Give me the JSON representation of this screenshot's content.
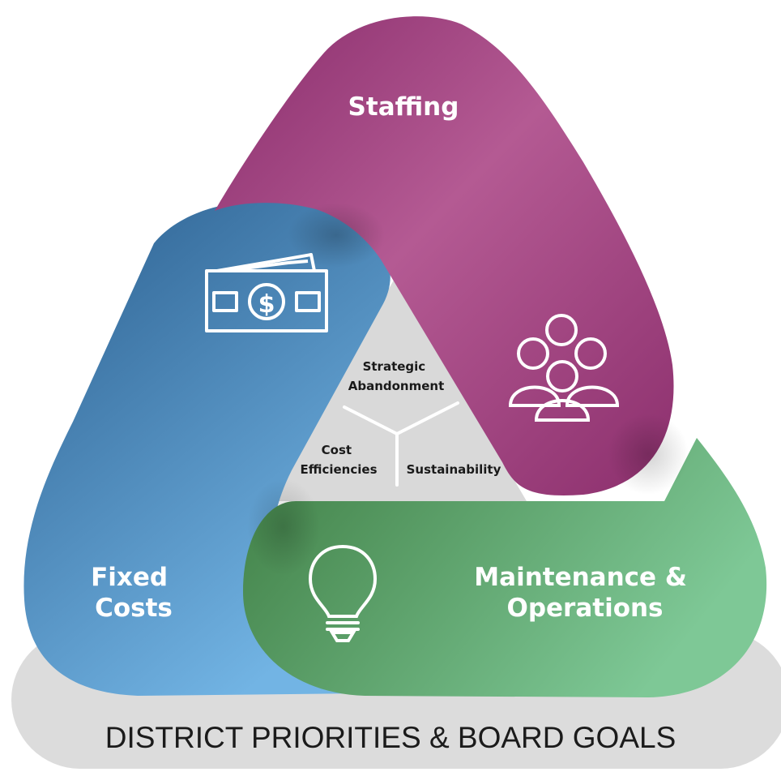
{
  "diagram": {
    "segments": [
      {
        "id": "staffing",
        "label": "Staffing",
        "icon": "people-group-icon"
      },
      {
        "id": "fixed_costs",
        "label_lines": [
          "Fixed",
          "Costs"
        ],
        "icon": "money-bill-icon"
      },
      {
        "id": "maintenance",
        "label_lines": [
          "Maintenance &",
          "Operations"
        ],
        "icon": "lightbulb-icon"
      }
    ],
    "center": {
      "top_lines": [
        "Strategic",
        "Abandonment"
      ],
      "left_lines": [
        "Cost",
        "Efficiencies"
      ],
      "right_label": "Sustainability"
    },
    "base_label": "DISTRICT PRIORITIES & BOARD GOALS"
  },
  "colors": {
    "staffing": "#a24a86",
    "fixed_costs": "#3f7db3",
    "maintenance": "#5f9f60",
    "center": "#d9d9d9",
    "base": "#dcdcdc"
  }
}
